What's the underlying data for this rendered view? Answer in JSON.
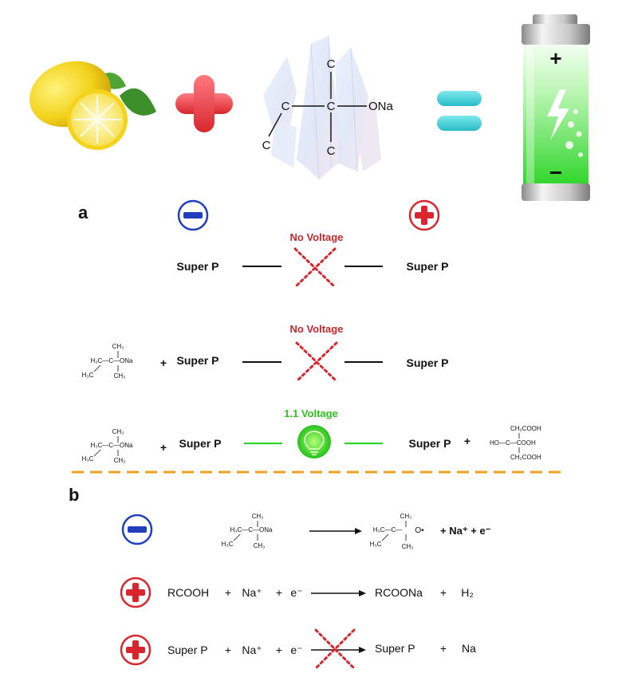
{
  "top": {
    "molecule": {
      "c_top": "C",
      "c_left": "C",
      "c_center": "C",
      "ona": "ONa",
      "c_bottom": "C",
      "c_lower_left": "C"
    },
    "battery": {
      "plus": "+",
      "minus": "−"
    }
  },
  "panel_a": {
    "label": "a",
    "row1": {
      "left": "Super P",
      "right": "Super P",
      "status": "No Voltage"
    },
    "row2": {
      "left_plus": "+",
      "left": "Super P",
      "right": "Super P",
      "status": "No Voltage"
    },
    "row3": {
      "left_plus": "+",
      "left": "Super P",
      "right": "Super P",
      "right_plus": "+",
      "status": "1.1 Voltage"
    },
    "tbuona": {
      "ch3_top": "CH₃",
      "h3c_c": "H₃C—C—ONa",
      "h3c_left": "H₃C",
      "ch3_bottom": "CH₃"
    },
    "citric": {
      "top": "CH₂COOH",
      "mid": "HO—C—COOH",
      "bottom": "CH₂COOH"
    }
  },
  "panel_b": {
    "label": "b",
    "eq1": {
      "product_tail": "+ Na⁺ + e⁻",
      "radical_o": "O•"
    },
    "eq2": {
      "r1": "RCOOH",
      "p1": "+",
      "r2": "Na⁺",
      "p2": "+",
      "r3": "e⁻",
      "prod1": "RCOONa",
      "p3": "+",
      "prod2": "H₂"
    },
    "eq3": {
      "r1": "Super P",
      "p1": "+",
      "r2": "Na⁺",
      "p2": "+",
      "r3": "e⁻",
      "prod1": "Super P",
      "p3": "+",
      "prod2": "Na"
    }
  },
  "colors": {
    "red": "#d9262e",
    "blue": "#1f3fbf",
    "green": "#2fd52a",
    "orange": "#f0a020",
    "cyan": "#3fd0d8"
  }
}
